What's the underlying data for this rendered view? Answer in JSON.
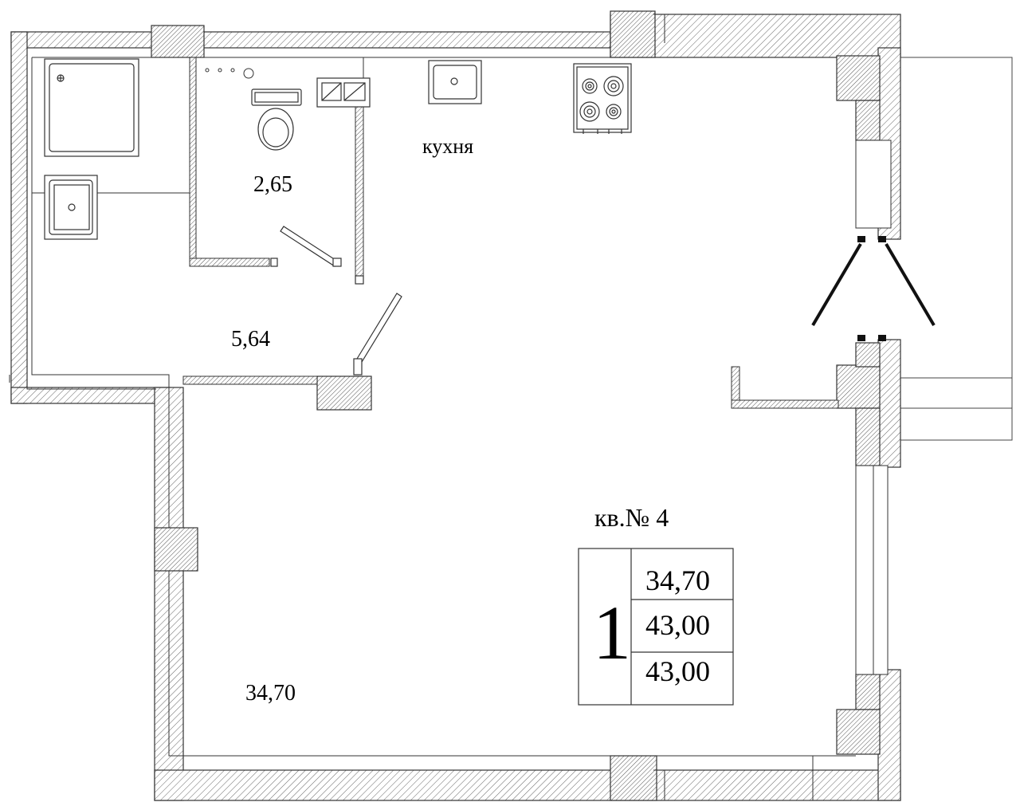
{
  "rooms": {
    "kitchen_label": "кухня",
    "bathroom_area": "2,65",
    "hall_area": "5,64",
    "living_area": "34,70"
  },
  "apartment": {
    "title": "кв.№ 4",
    "rooms_count": "1",
    "living_area": "34,70",
    "total_area": "43,00",
    "total_area_with_balcony": "43,00"
  },
  "colors": {
    "wall_stroke": "#333333",
    "hatch": "#555555",
    "background": "#ffffff"
  }
}
